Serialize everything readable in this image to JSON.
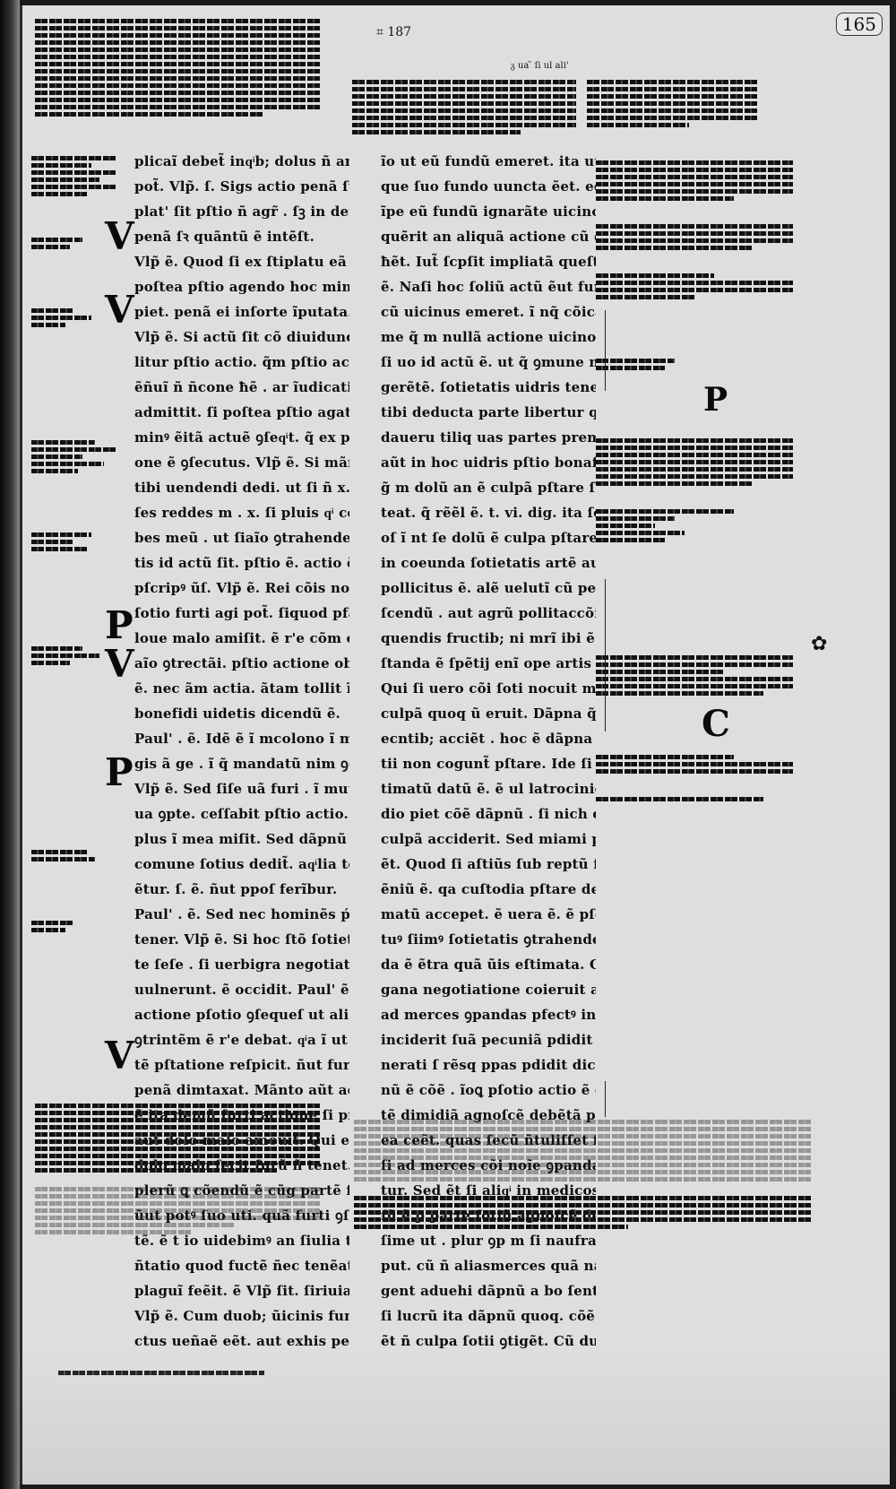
{
  "folio": "165",
  "top_mark": "187",
  "col_b_head": "ᵹ ua ̃ ſi ul ali'",
  "column_a": [
    "plicaĩ debet̃ inqͥb; dolus ñ amitti",
    "pot̃. Vlp̃. ſ. Sigs actio penã ſti",
    "plat' ſit pſtio ñ agr̃ . ſꝫ in dem ĩ",
    "penã ſꝛ quãntũ ẽ intẽſt.",
    "Vlp̃ ẽ. Quod ſi ex ſtiplatu eã ꝯſecutus ſit",
    "poſtea pſtio agendo hoc minus acci",
    "piet. penã ei inſorte ĩputata.",
    "Vlp̃ ẽ. Si actũ ſit cõ diuidundo ñ tol",
    "litur pſtio actio. q̃m pſtio accõ . ĩ no",
    "ẽñuĩ ñ ñcone ħẽ . ar ĩudicatione nõ",
    "admittit. ſi poſtea pſtio agatur. ħ",
    "minꝰ ẽitã actuẽ ꝯſeqͥt. q̃ ex pma acti",
    "one ẽ ꝯſecutus. Vlp̃ ẽ. Si mãnganti",
    "tibi uendendi dedi. ut ſi ñ x. uendidi",
    "ſes reddes m . x. ſi pluis qͥ ceſſiſſi tu ha",
    "bes meũ . ut ſiaĩo ꝯtrahende ſotieta",
    "tis id actũ ſit. pſtio ẽ. actio ẽ ſi minꝰ",
    "pſcripꝰ ũſ. Vlp̃ ẽ. Rei cõis noĩe cũ",
    "ſotio furti agi pot̃. ſiquod pfallatiã do",
    "loue malo amiſit. ẽ r'e cõm celandi",
    "aĩo ꝯtrectãi. pſtio actione obſtrictꝰ",
    "ẽ. nec ãm actia. ãtam tollit ĩoẽ mõib;",
    "bonefidi uidetis dicendũ ẽ.",
    "Paul' . ẽ. Idẽ ẽ ĩ mcolono ĩ m co gne",
    "gis ã ge . ĩ q̃ mandatũ nim ꝯegr",
    "Vlp̃ ẽ. Sed ſiſe uã furi . ĩ mutuo ẽ",
    "ua ꝯpte. ceſſabit pſtio actio. n ſi",
    "plus ĩ mea miſit. Sed dãpnũ ĩmẽ",
    "comune ſotius dedit̃. aqͥlia ten",
    "ẽtur. ſ. ẽ. ñut ppoſ ferĩbur.",
    "Paul' . ẽ. Sed nec hominẽs ṕpſotio",
    "tener. Vlp̃ ẽ. Si hoc ſtõ ſotieta",
    "te ſeſe . ſi uerbigra negotiatoꝛ ſerui",
    "uulnerunt. ẽ occidit. Paul' ẽ. Sed",
    "actione pſotio ꝯſequeſ ut aliã actiõ",
    "ꝯtrintẽm ẽ r'e debat. qͥa ĩ ut actio ad",
    "tẽ pſtatione reſpicit. ñut furti ad",
    "penã dimtaxat. Mãnto aũt adiectꝰ",
    "ẽ ita demũ furti actione ſi pfallatiã",
    "aut dolo malo amouit. Qui enĩ ſine",
    "dolo malo fecit furũ ñ tenet. ñ ſane",
    "plerũ ꝗ cõendũ ẽ cũg partẽ ſuis ẽ",
    "ũut potꝰ ſuo uti. quã furti ꝯſtuũ ĩ",
    "tẽ. ẽ t io uidebimꝰ an ſiulia teneat.",
    "ñtatio quod fuctẽ ñec tenẽatẽ. ut p ſi",
    "plaguĩ feẽit. ẽ Vlp̃ ſit. ſiriuia tenei.",
    "Vlp̃ ẽ. Cum duob; ũicinis fundꝰ ẽuĩ",
    "ctus ueñaẽ eẽt. aut exhis petit. abal"
  ],
  "column_b": [
    "ĩo ut eũ fundũ emeret. ita ut ei pars",
    "que ſuo fundo uuncta ẽet. eẽdẽt. mox",
    "ĩpe eũ fundũ ignarãte uicino emit.",
    "quẽrit an aliquã actione cũ eo uicin",
    "ħẽt. Iut̃ ſcpſit impliatã queſtione ſu",
    "ẽ. Naſi hoc ſoliũ actũ ẽut fundũ uicũ",
    "cũ uicinus emeret. ĩ nq̃ cõicarẽ ad uĩ",
    "me q̃ m nullã actione uicino cõpete.",
    "ſi uo id actũ ẽ. ut q̃ ꝯmune negotiũ",
    "gerẽtẽ. ſotietatis uidris tenebor. ut",
    "tibi deducta parte libertur quã man",
    "daueru tiliq uas partes prem. Evenit",
    "aũt in hoc uidris pſtio bonafides. uerũ",
    "g̃ m dolũ an ẽ culpã pſtare ſotiũ opꝰ",
    "teat. q̃ rẽẽl ẽ. t. vi. dig. ita ſcribit. ſoti",
    "oſ ĩ nt ſe dolũ ẽ culpa pſtare opꝛtet. Si",
    "in coeunda ſotietatis artẽ aut opꝰ aue",
    "pollicitus ẽ. alẽ uelutĩ cũ pecus in coẽ pa",
    "ſcendũ . aut agrũ pollitaccõi cũ mmẽ",
    "quendis fructib; ni mrĩ ibi ẽ culpa p̃",
    "ſtanda ẽ ſpẽtij enĩ ope artis ẽ uelamẽ",
    "Qui ſi uero cõi ſoti nocuit ma ĩq admitte",
    "culpã quoq ũ eruit. Dãpna q̃ ĩ pruͥ",
    "ecntib; acciẽt . hoc ẽ dãpna fatalia ſo",
    "tii non cogunt̃ pſtare. Ide ſi pecꝰ e",
    "timatũ datũ ẽ. ẽ ul latrocinio. aut mẽ",
    "dio piet cõẽ dãpnũ . ſi nich dolo aut",
    "culpã acciderit. Sed miami pec a ceẽt",
    "ẽt. Quod ſi aſtiũs ſub reptũ ſit ppꝰ eꝰ",
    "ẽniũ ẽ. qa cuſtodia pſtare debuit. q̃ ẽt",
    "matũ accepet. ẽ uera ẽ. ẽ pſotio ẽtrac",
    "tuꝰ ſiimꝰ ſotietatis ꝯtrahende cã pſecꝛ",
    "da ẽ ẽtra quã ũis eſtimata. Cum tẽſa",
    "gana negotiatione coieruit alẽ eõ ẽ",
    "ad merces ꝯpandas pfectꝰ in latrone",
    "inciderit ſuã pecuniã pdidit . ſui ei uul",
    "nerati ſ rẽsq ppas pdidit dicit ut ẽ cap",
    "nũ ẽ cõẽ . ĩoꝗ pſotio actio ẽ dãpnũ pꝛ",
    "tẽ dimidiã agnoſcẽ debẽtã pecẽ quã",
    "ea ceẽt. quas ſecũ ñtuliſſet ſoti. n",
    "ſi ad merces cõi noĩe ꝯpandas pficiſcẽ",
    "tur. Sed ẽt ſi aliqͥ in medicos impen",
    "ſũ ẽ p parte ſotiũ agnoſcẽ debẽ. ſiut",
    "ſime ut . plur ꝯp m ſi naufragio qͥd",
    "put. cũ ñ aliasmerces quã naui ſole",
    "gent aduehi dãpnũ a bo ſentiet. Nã ẽu",
    "ſi lucrũ ita dãpnũ quoq. cõẽ ẽe oport",
    "ẽt ñ culpa ſotii ꝯtigẽt. Cũ duo ẽtam"
  ]
}
